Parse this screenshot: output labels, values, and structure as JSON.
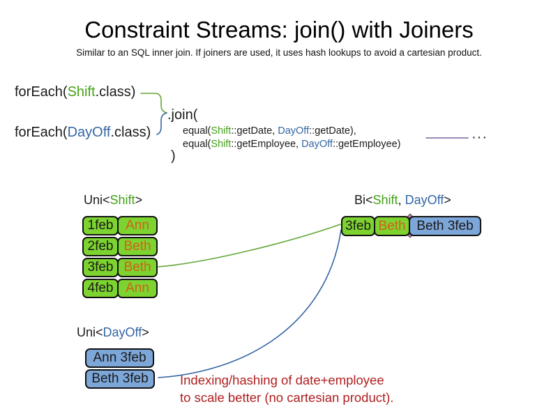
{
  "title": "Constraint Streams: join() with Joiners",
  "subtitle": "Similar to an SQL inner join. If joiners are used, it uses hash lookups to avoid a cartesian product.",
  "code": {
    "foreach_shift": {
      "prefix": "forEach(",
      "class_name": "Shift",
      "suffix": ".class)"
    },
    "foreach_dayoff": {
      "prefix": "forEach(",
      "class_name": "DayOff",
      "suffix": ".class)"
    },
    "join_open": ".join(",
    "joiner1": {
      "prefix": "equal(",
      "left_class": "Shift",
      "middle": "::getDate, ",
      "right_class": "DayOff",
      "suffix": "::getDate),"
    },
    "joiner2": {
      "prefix": "equal(",
      "left_class": "Shift",
      "middle": "::getEmployee, ",
      "right_class": "DayOff",
      "suffix": "::getEmployee)"
    },
    "join_close": ")",
    "ellipsis": "···"
  },
  "uni_shift": {
    "label": {
      "prefix": "Uni<",
      "type": "Shift",
      "suffix": ">"
    },
    "rows": [
      {
        "date": "1feb",
        "employee": "Ann"
      },
      {
        "date": "2feb",
        "employee": "Beth"
      },
      {
        "date": "3feb",
        "employee": "Beth"
      },
      {
        "date": "4feb",
        "employee": "Ann"
      }
    ]
  },
  "uni_dayoff": {
    "label": {
      "prefix": "Uni<",
      "type": "DayOff",
      "suffix": ">"
    },
    "rows": [
      {
        "text": "Ann 3feb"
      },
      {
        "text": "Beth 3feb"
      }
    ]
  },
  "bi": {
    "label": {
      "prefix": "Bi<",
      "type1": "Shift",
      "separator": ", ",
      "type2": "DayOff",
      "suffix": ">"
    },
    "row": {
      "date": "3feb",
      "employee": "Beth",
      "dayoff": "Beth 3feb"
    }
  },
  "note": {
    "line1": "Indexing/hashing of date+employee",
    "line2": "to scale better (no cartesian product)."
  },
  "colors": {
    "shift_green_text": "#44a017",
    "dayoff_blue_text": "#3465a4",
    "employee_orange_text": "#d2601a",
    "green_fill": "#7dd32f",
    "blue_fill": "#7da7d9",
    "note_red": "#b01f1f",
    "joiner_purple": "#7d5f9e",
    "connector_green": "#62a637",
    "connector_blue": "#3465a4",
    "join_diamond": "#bd7cac"
  }
}
